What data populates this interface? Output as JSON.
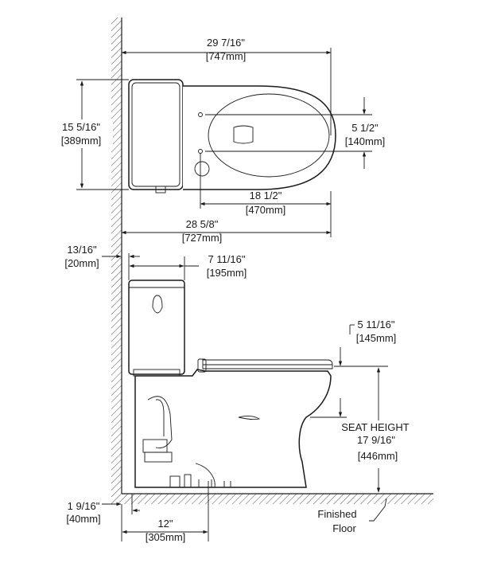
{
  "top_view": {
    "overall_depth": {
      "imperial": "29 7/16\"",
      "metric": "[747mm]"
    },
    "tank_width": {
      "imperial": "15 5/16\"",
      "metric": "[389mm]"
    },
    "bolt_spacing": {
      "imperial": "5 1/2\"",
      "metric": "[140mm]"
    },
    "bowl_length": {
      "imperial": "18 1/2\"",
      "metric": "[470mm]"
    },
    "base_depth": {
      "imperial": "28 5/8\"",
      "metric": "[727mm]"
    }
  },
  "side_view": {
    "wall_gap": {
      "imperial": "13/16\"",
      "metric": "[20mm]"
    },
    "tank_depth": {
      "imperial": "7 11/16\"",
      "metric": "[195mm]"
    },
    "seat_offset": {
      "imperial": "5 11/16\"",
      "metric": "[145mm]"
    },
    "seat_height": {
      "label": "SEAT HEIGHT",
      "imperial": "17 9/16\"",
      "metric": "[446mm]"
    },
    "supply_height": {
      "imperial": "1 9/16\"",
      "metric": "[40mm]"
    },
    "rough_in": {
      "imperial": "12\"",
      "metric": "[305mm]"
    },
    "floor_label": {
      "line1": "Finished",
      "line2": "Floor"
    }
  }
}
